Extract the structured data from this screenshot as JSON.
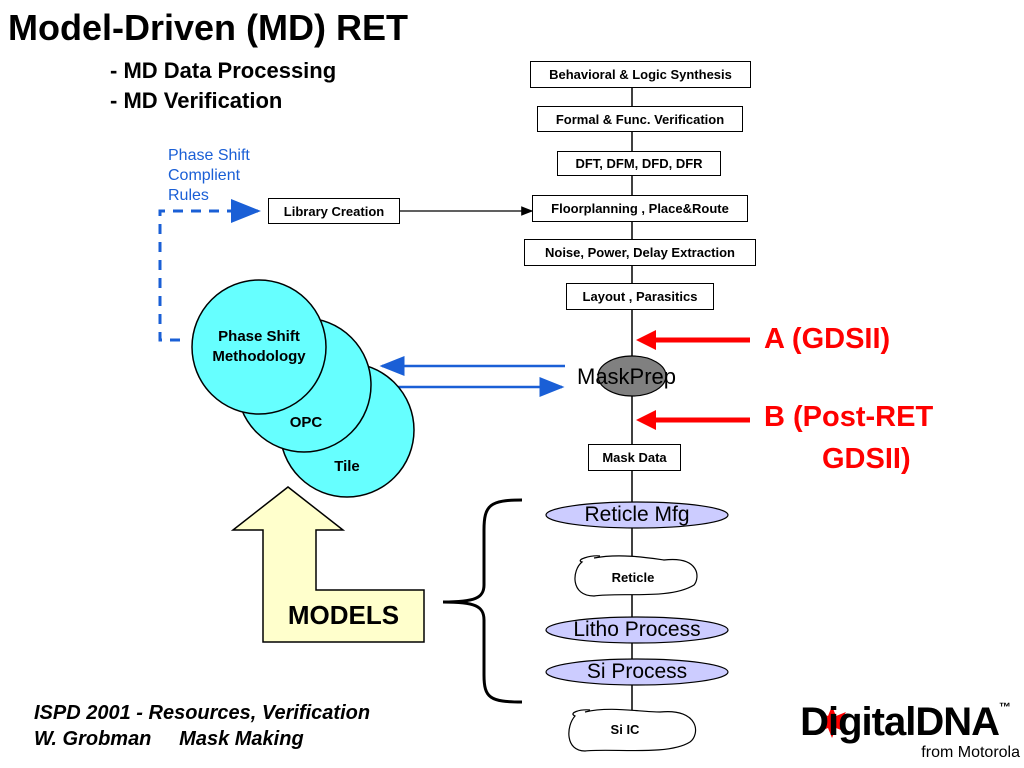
{
  "header": {
    "title": "Model-Driven (MD) RET",
    "sub1": "- MD Data Processing",
    "sub2": "- MD Verification"
  },
  "note": {
    "line1": "Phase Shift",
    "line2": "Complient",
    "line3": "Rules"
  },
  "library_creation": "Library Creation",
  "flow": {
    "steps": [
      "Behavioral & Logic Synthesis",
      "Formal & Func. Verification",
      "DFT, DFM, DFD, DFR",
      "Floorplanning , Place&Route",
      "Noise, Power, Delay Extraction",
      "Layout , Parasitics"
    ],
    "maskprep": "MaskPrep",
    "mask_data": "Mask Data",
    "reticle_mfg": "Reticle Mfg",
    "reticle": "Reticle",
    "litho": "Litho Process",
    "si_process": "Si Process",
    "si_ic": "Si IC"
  },
  "markers": {
    "a": "A (GDSII)",
    "b_line1": "B (Post-RET",
    "b_line2": "GDSII)"
  },
  "circles": {
    "phase_shift_line1": "Phase Shift",
    "phase_shift_line2": "Methodology",
    "opc": "OPC",
    "tile": "Tile"
  },
  "models": "MODELS",
  "footer": {
    "line1": "ISPD 2001 - Resources, Verification",
    "line2": "W. Grobman     Mask Making"
  },
  "logo": {
    "main": "DigitalDNA",
    "tm": "™",
    "sub": "from Motorola"
  },
  "colors": {
    "circle_fill": "#66ffff",
    "models_arrow_fill": "#ffffcc",
    "oval_fill": "#ccccff",
    "maskprep_fill": "#808080",
    "red": "#ff0000",
    "blue": "#1a5fd6"
  }
}
